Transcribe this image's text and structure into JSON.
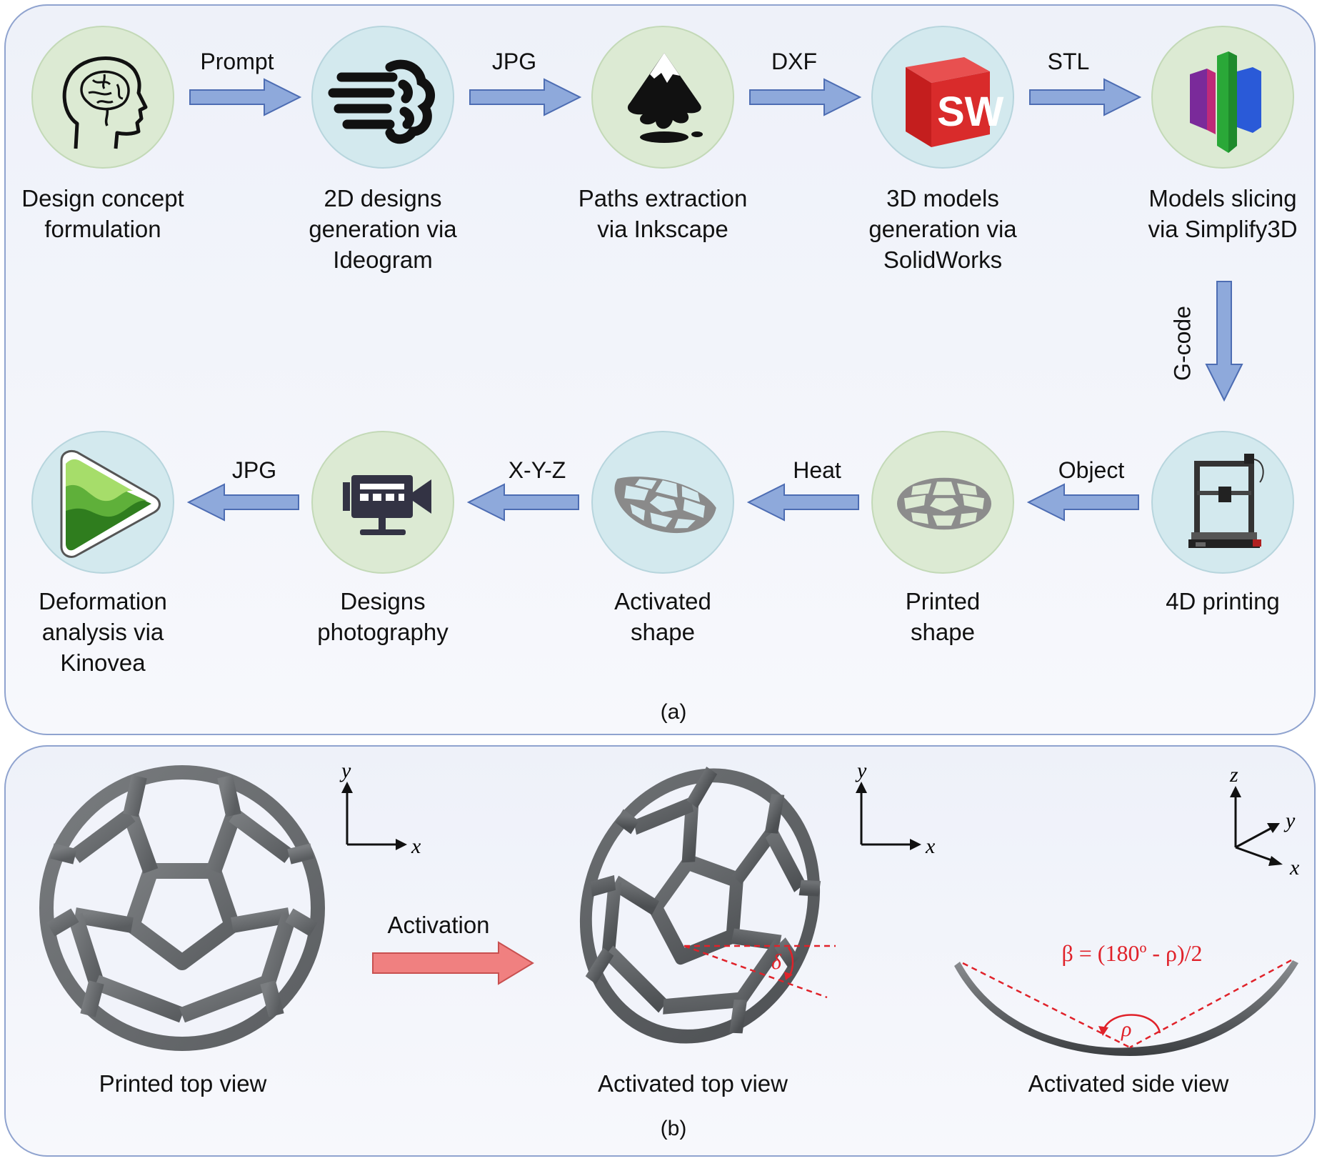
{
  "nodes": [
    {
      "id": "design-concept",
      "lines": [
        "Design concept",
        "formulation"
      ],
      "icon": "brain-head-icon"
    },
    {
      "id": "ideogram",
      "lines": [
        "2D designs",
        "generation via",
        "Ideogram"
      ],
      "icon": "ideogram-logo-icon"
    },
    {
      "id": "inkscape",
      "lines": [
        "Paths extraction",
        "via Inkscape"
      ],
      "icon": "inkscape-logo-icon"
    },
    {
      "id": "solidworks",
      "lines": [
        "3D models",
        "generation via",
        "SolidWorks"
      ],
      "icon": "solidworks-logo-icon"
    },
    {
      "id": "simplify3d",
      "lines": [
        "Models slicing",
        "via Simplify3D"
      ],
      "icon": "simplify3d-logo-icon"
    },
    {
      "id": "printing",
      "lines": [
        "4D printing"
      ],
      "icon": "3d-printer-icon"
    },
    {
      "id": "printed",
      "lines": [
        "Printed",
        "shape"
      ],
      "icon": "printed-lattice-icon"
    },
    {
      "id": "activated",
      "lines": [
        "Activated",
        "shape"
      ],
      "icon": "activated-lattice-icon"
    },
    {
      "id": "photography",
      "lines": [
        "Designs",
        "photography"
      ],
      "icon": "video-camera-icon"
    },
    {
      "id": "kinovea",
      "lines": [
        "Deformation",
        "analysis via",
        "Kinovea"
      ],
      "icon": "kinovea-logo-icon"
    }
  ],
  "edges": {
    "e1": "Prompt",
    "e2": "JPG",
    "e3": "DXF",
    "e4": "STL",
    "e5": "G-code",
    "e6": "Object",
    "e7": "Heat",
    "e8": "X-Y-Z",
    "e9": "JPG"
  },
  "captions": {
    "a": "(a)",
    "b": "(b)"
  },
  "icon_text": {
    "solidworks": "SW"
  },
  "panel_b": {
    "views": [
      "Printed top view",
      "Activated top view",
      "Activated side view"
    ],
    "activation_label": "Activation",
    "axes": {
      "x": "x",
      "y": "y",
      "z": "z"
    },
    "symbols": {
      "delta": "δ",
      "rho": "ρ"
    },
    "formula": "β = (180º - ρ)/2"
  },
  "colors": {
    "flow_arrow": "#8ea9db",
    "flow_arrow_stroke": "#4d6db3",
    "activation_arrow": "#f08080",
    "annotation": "#e0222a",
    "lattice": "#6b6b6b",
    "node_green": "#dcead3",
    "node_cyan": "#d3e9ee"
  }
}
